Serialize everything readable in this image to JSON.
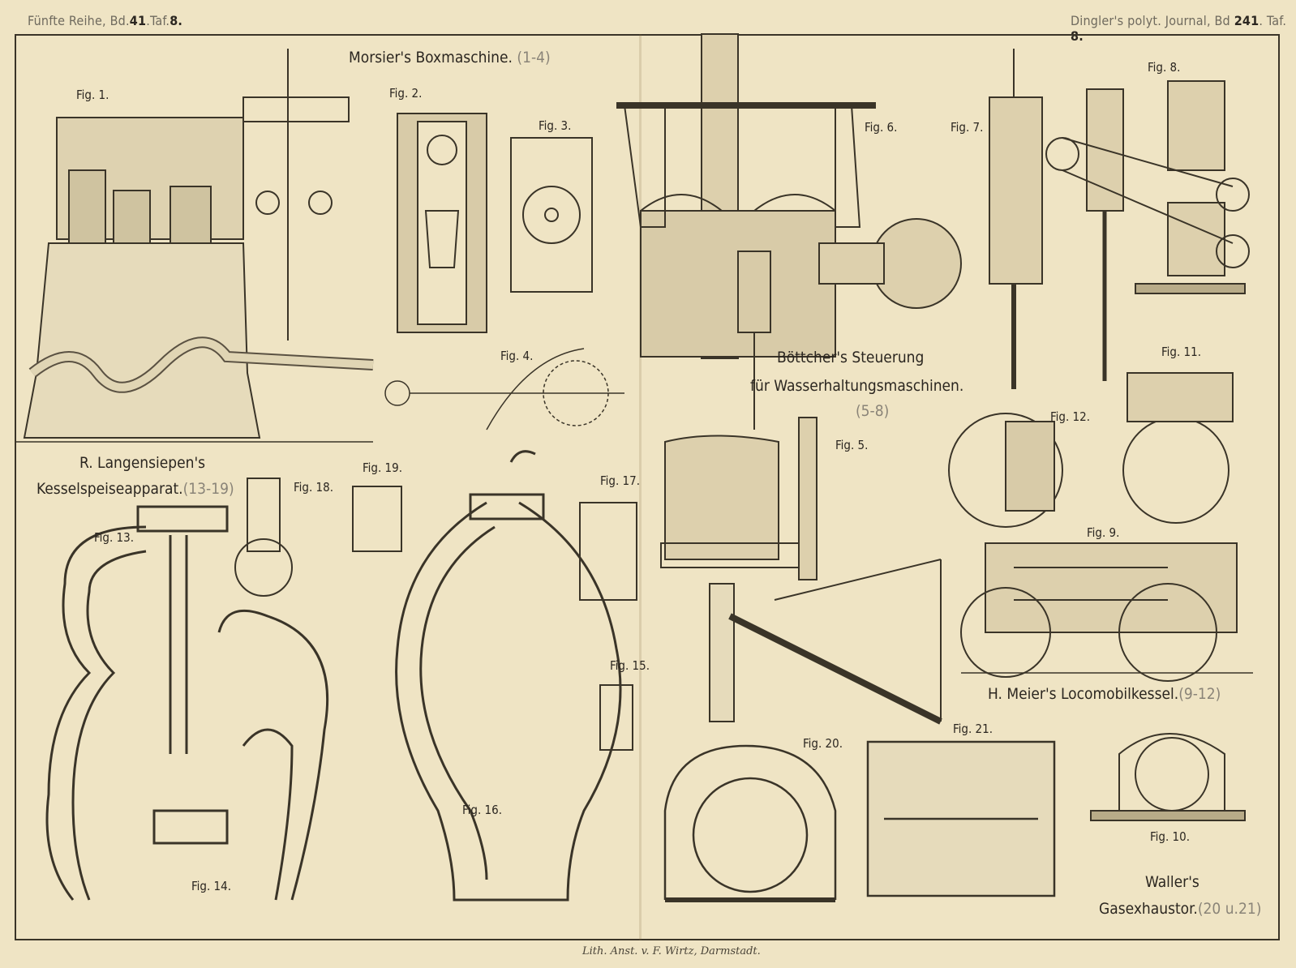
{
  "header": {
    "left_prefix": "Fünfte Reihe, Bd.",
    "left_volume": "41",
    "left_mid": ".Taf.",
    "left_plate": "8.",
    "right_prefix": "Dingler's polyt. Journal, Bd",
    "right_volume": "241",
    "right_mid": ". Taf.",
    "right_plate": "8."
  },
  "captions": {
    "morsier": {
      "title": "Morsier's Boxmaschine.",
      "range": "(1-4)"
    },
    "boettcher": {
      "line1": "Böttcher's Steuerung",
      "line2": "für Wasserhaltungsmaschinen.",
      "range": "(5-8)"
    },
    "langensiepen": {
      "line1": "R. Langensiepen's",
      "line2": "Kesselspeiseapparat.",
      "range": "(13-19)"
    },
    "meier": {
      "title": "H. Meier's Locomobilkessel.",
      "range": "(9-12)"
    },
    "waller": {
      "line1": "Waller's",
      "line2": "Gasexhaustor.",
      "range": "(20 u.21)"
    }
  },
  "figures": {
    "f1": "Fig. 1.",
    "f2": "Fig. 2.",
    "f3": "Fig. 3.",
    "f4": "Fig. 4.",
    "f5": "Fig. 5.",
    "f6": "Fig. 6.",
    "f7": "Fig. 7.",
    "f8": "Fig. 8.",
    "f9": "Fig. 9.",
    "f10": "Fig. 10.",
    "f11": "Fig. 11.",
    "f12": "Fig. 12.",
    "f13": "Fig. 13.",
    "f14": "Fig. 14.",
    "f15": "Fig. 15.",
    "f16": "Fig. 16.",
    "f17": "Fig. 17.",
    "f18": "Fig. 18.",
    "f19": "Fig. 19.",
    "f20": "Fig. 20.",
    "f21": "Fig. 21."
  },
  "imprint": "Lith. Anst. v. F. Wirtz, Darmstadt."
}
